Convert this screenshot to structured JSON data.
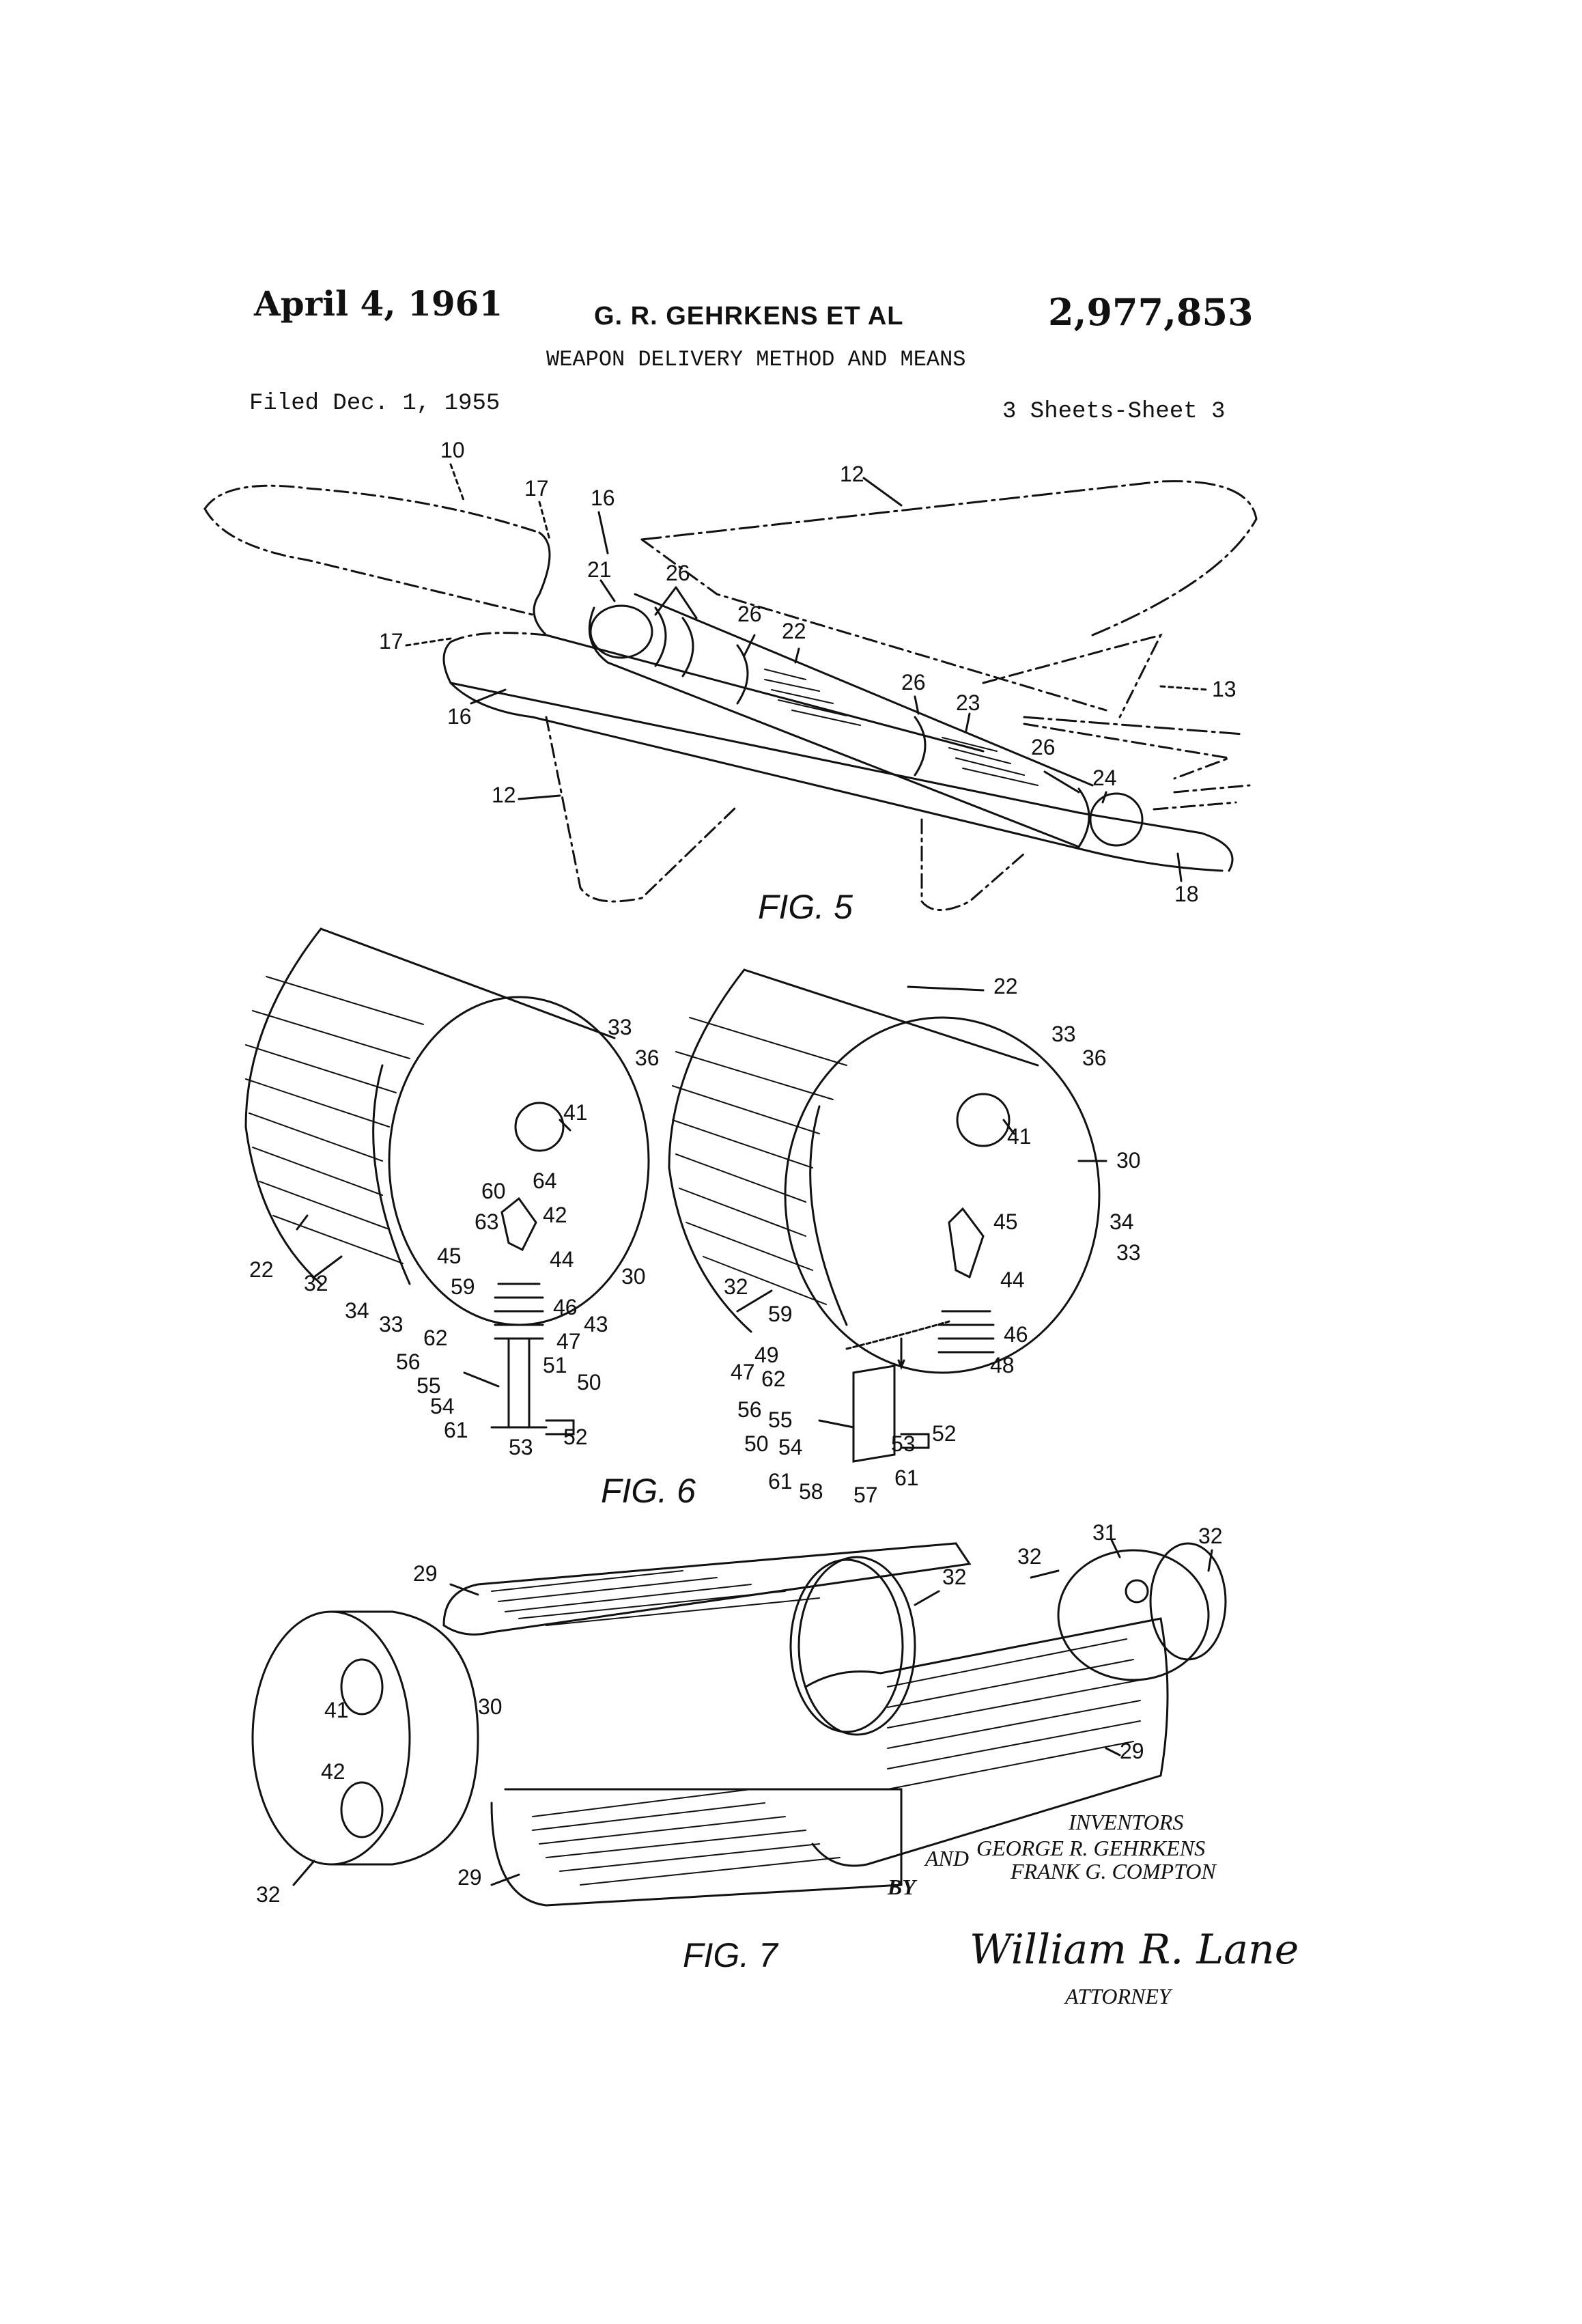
{
  "header": {
    "date": "April 4, 1961",
    "inventor_short": "G. R. GEHRKENS ET AL",
    "patent_number": "2,977,853",
    "title": "WEAPON DELIVERY METHOD AND MEANS",
    "filed": "Filed Dec. 1, 1955",
    "sheets": "3 Sheets-Sheet 3"
  },
  "figures": {
    "fig5": "FIG. 5",
    "fig6": "FIG. 6",
    "fig7": "FIG. 7"
  },
  "reference_numerals": {
    "fig5": [
      "10",
      "17",
      "16",
      "12",
      "21",
      "26",
      "26",
      "22",
      "26",
      "23",
      "26",
      "24",
      "13",
      "17",
      "16",
      "12",
      "18"
    ],
    "fig6": [
      "22",
      "33",
      "36",
      "41",
      "60",
      "64",
      "63",
      "42",
      "45",
      "44",
      "59",
      "46",
      "43",
      "62",
      "47",
      "51",
      "56",
      "50",
      "55",
      "54",
      "61",
      "53",
      "52",
      "22",
      "32",
      "34",
      "33",
      "30",
      "33",
      "36",
      "41",
      "30",
      "45",
      "34",
      "33",
      "44",
      "32",
      "46",
      "48",
      "59",
      "49",
      "47",
      "62",
      "56",
      "55",
      "50",
      "54",
      "53",
      "52",
      "61",
      "58",
      "57",
      "61"
    ],
    "fig7": [
      "29",
      "32",
      "31",
      "32",
      "32",
      "41",
      "30",
      "42",
      "29",
      "32",
      "29"
    ]
  },
  "signature_block": {
    "inventors_label": "INVENTORS",
    "and_1": "AND",
    "inventor_1": "GEORGE R. GEHRKENS",
    "inventor_2": "FRANK G. COMPTON",
    "by": "BY",
    "signature": "William R. Lane",
    "attorney_label": "ATTORNEY"
  }
}
